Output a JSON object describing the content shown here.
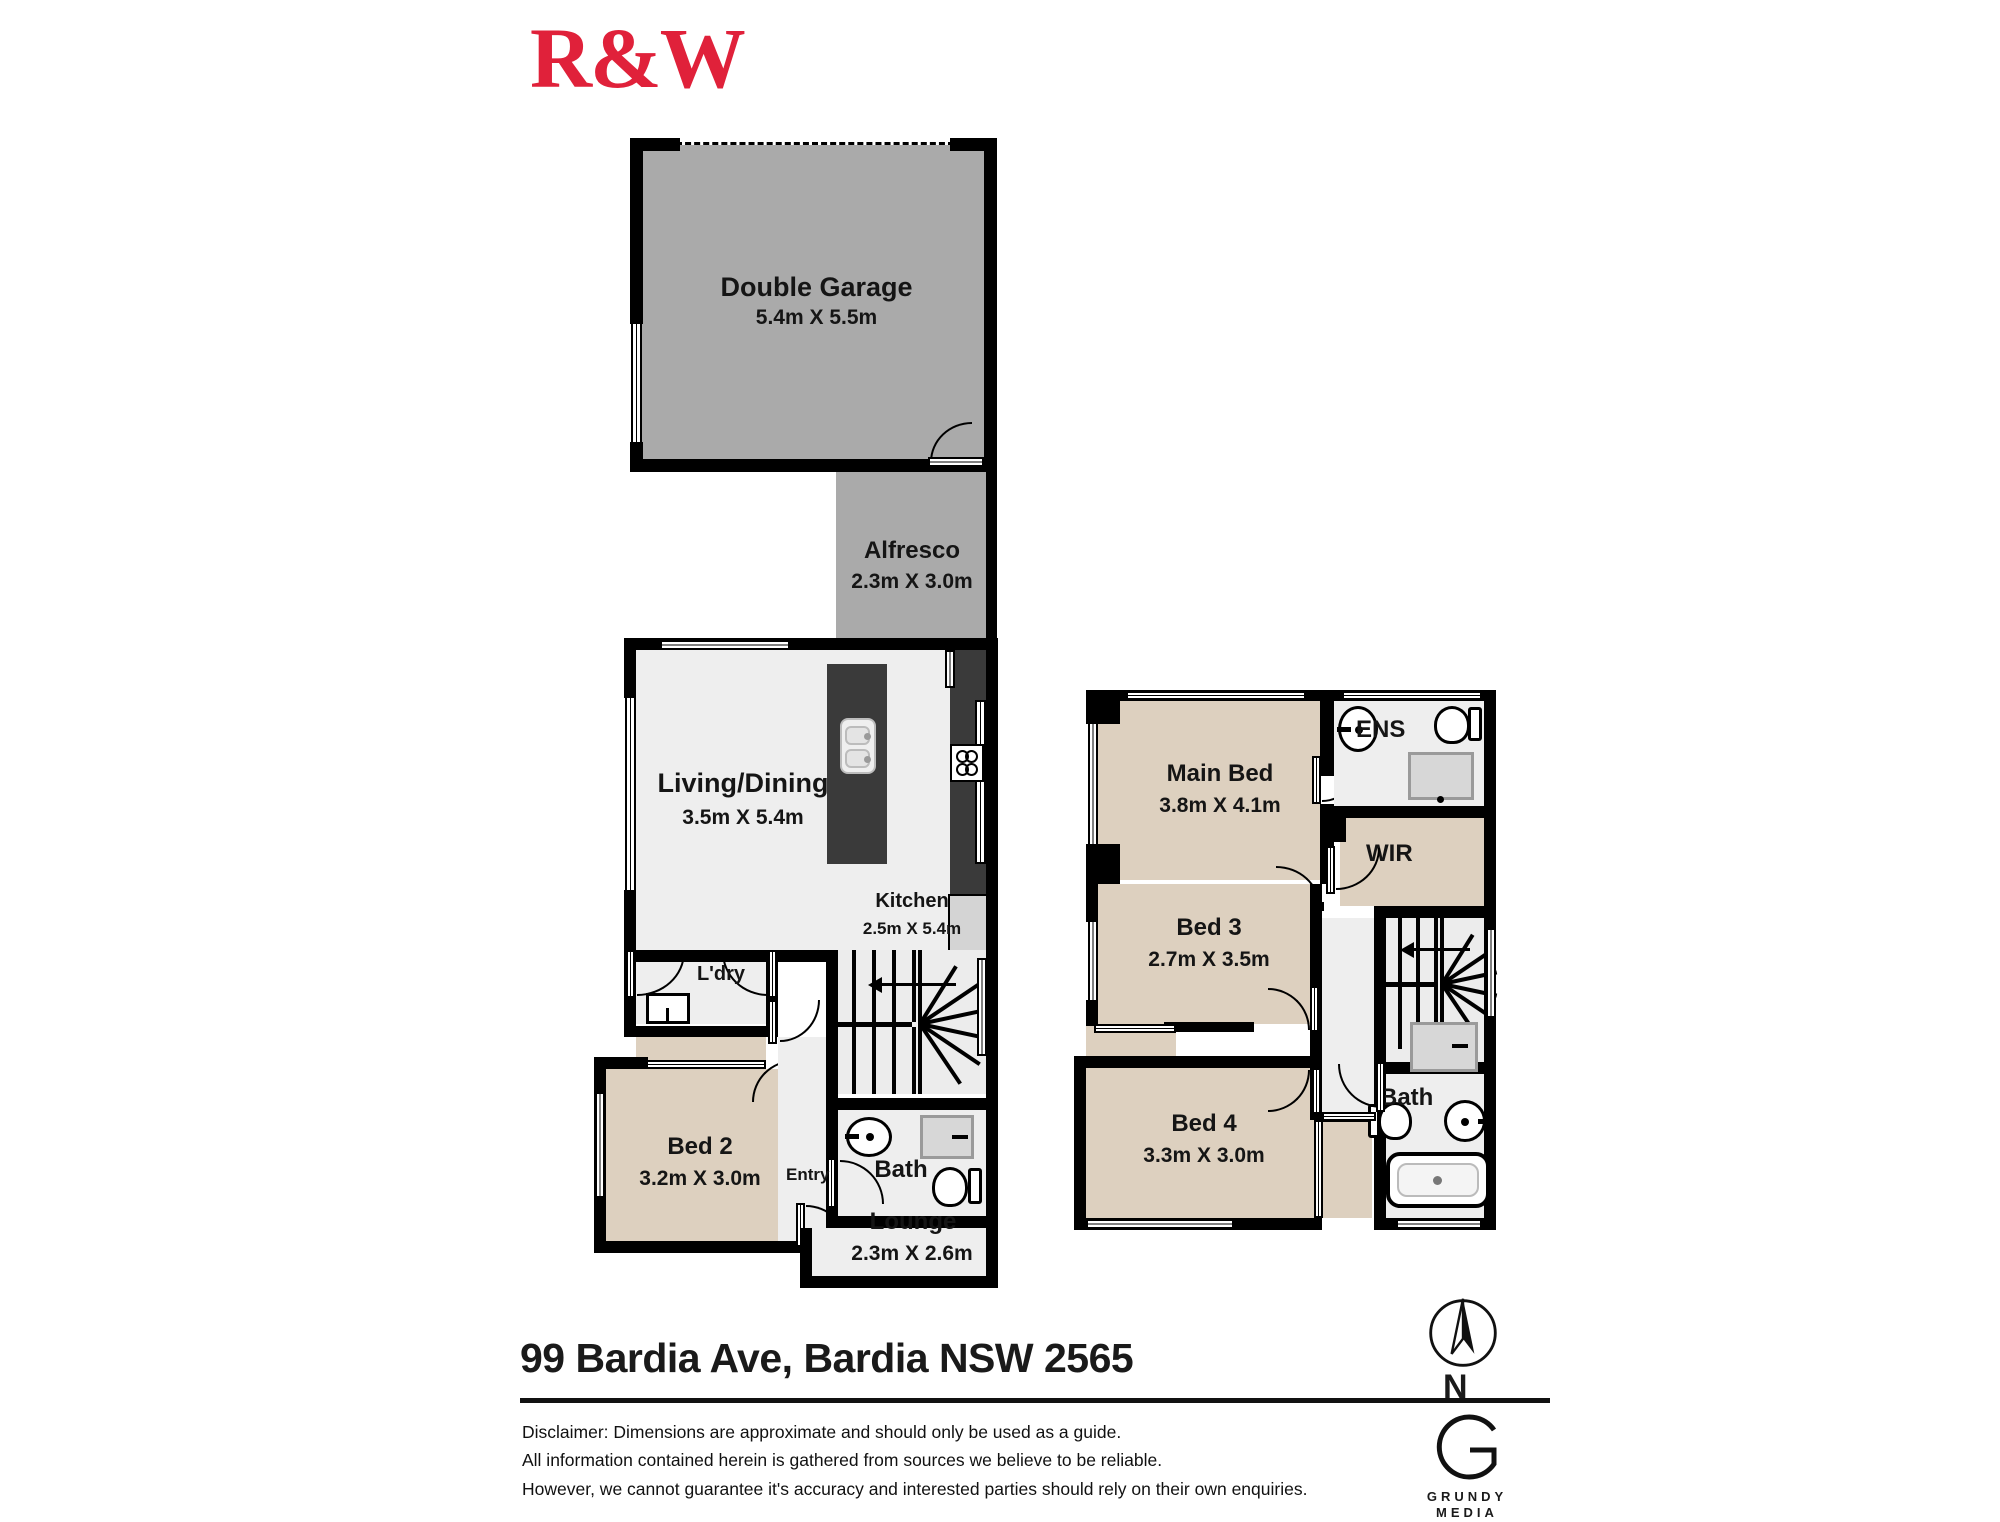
{
  "brand": {
    "logo_text": "R&W",
    "logo_color": "#e0213a"
  },
  "footer": {
    "address": "99 Bardia Ave, Bardia NSW 2565",
    "disclaimer_line1": "Disclaimer: Dimensions are approximate and should only be used as a guide.",
    "disclaimer_line2": "All information contained herein is gathered from sources we believe to be reliable.",
    "disclaimer_line3": "However, we cannot guarantee it's accuracy and interested parties should rely on their own enquiries.",
    "compass_label": "N",
    "studio_name": "GRUNDY",
    "studio_sub": "MEDIA",
    "studio_mark": "G"
  },
  "colors": {
    "wall": "#000000",
    "garage_fill": "#aaaaaa",
    "living_fill": "#eeeeee",
    "bedroom_fill": "#ddd0bf",
    "cabinet_fill": "#3a3a3a",
    "brand_red": "#e0213a"
  },
  "ground_floor": {
    "rooms": [
      {
        "name": "Double Garage",
        "dimensions": "5.4m X 5.5m",
        "fill": "grey"
      },
      {
        "name": "Alfresco",
        "dimensions": "2.3m X 3.0m",
        "fill": "grey"
      },
      {
        "name": "Living/Dining",
        "dimensions": "3.5m X 5.4m",
        "fill": "light-grey"
      },
      {
        "name": "Kitchen",
        "dimensions": "2.5m X 5.4m",
        "fill": "light-grey"
      },
      {
        "name": "L'dry",
        "dimensions": "",
        "fill": "light-grey"
      },
      {
        "name": "Bed 2",
        "dimensions": "3.2m X 3.0m",
        "fill": "beige"
      },
      {
        "name": "Bath",
        "dimensions": "",
        "fill": "light-grey"
      },
      {
        "name": "Lounge",
        "dimensions": "2.3m X 2.6m",
        "fill": "light-grey"
      },
      {
        "name": "Entry",
        "dimensions": "",
        "fill": "light-grey"
      }
    ]
  },
  "first_floor": {
    "rooms": [
      {
        "name": "Main Bed",
        "dimensions": "3.8m X 4.1m",
        "fill": "beige"
      },
      {
        "name": "ENS",
        "dimensions": "",
        "fill": "light-grey"
      },
      {
        "name": "WIR",
        "dimensions": "",
        "fill": "beige"
      },
      {
        "name": "Bed 3",
        "dimensions": "2.7m X 3.5m",
        "fill": "beige"
      },
      {
        "name": "Bed 4",
        "dimensions": "3.3m X 3.0m",
        "fill": "beige"
      },
      {
        "name": "Bath",
        "dimensions": "",
        "fill": "light-grey"
      }
    ]
  },
  "labels": {
    "garage_name": "Double Garage",
    "garage_dim": "5.4m X 5.5m",
    "alfresco_name": "Alfresco",
    "alfresco_dim": "2.3m X 3.0m",
    "living_name": "Living/Dining",
    "living_dim": "3.5m X 5.4m",
    "kitchen_name": "Kitchen",
    "kitchen_dim": "2.5m X 5.4m",
    "ldry_name": "L'dry",
    "bed2_name": "Bed 2",
    "bed2_dim": "3.2m X 3.0m",
    "bath_g_name": "Bath",
    "entry_name": "Entry",
    "lounge_name": "Lounge",
    "lounge_dim": "2.3m X 2.6m",
    "mainbed_name": "Main Bed",
    "mainbed_dim": "3.8m X 4.1m",
    "ens_name": "ENS",
    "wir_name": "WIR",
    "bed3_name": "Bed 3",
    "bed3_dim": "2.7m X 3.5m",
    "bed4_name": "Bed 4",
    "bed4_dim": "3.3m X 3.0m",
    "bath_u_name": "Bath"
  }
}
